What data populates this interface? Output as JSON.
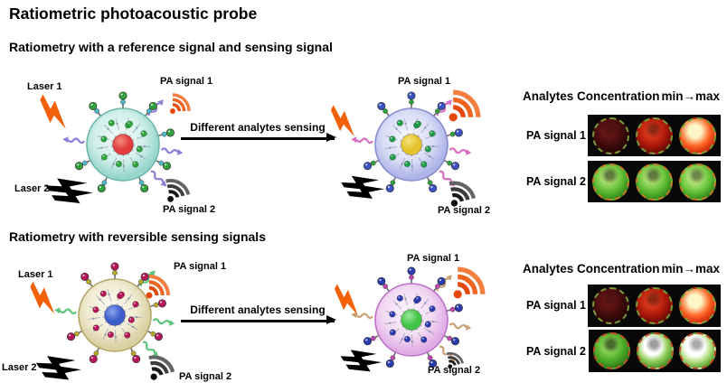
{
  "title": "Ratiometric photoacoustic probe",
  "colors": {
    "laser_orange": "#f26108",
    "laser_black": "#000000",
    "arrow_black": "#000000",
    "pa1_icon": {
      "dot": "#e4490b",
      "arcs": [
        "#e4490b",
        "#ee6420",
        "#f47d40"
      ]
    },
    "pa2_icon": {
      "dot": "#0d0d0d",
      "arcs": [
        "#1a1a1a",
        "#3d3d3d",
        "#646464"
      ]
    }
  },
  "sections": [
    {
      "heading": "Ratiometry with a reference signal and sensing signal",
      "laser1_label": "Laser 1",
      "laser2_label": "Laser 2",
      "pa1_label": "PA signal 1",
      "pa2_label": "PA signal 2",
      "arrow_label": "Different analytes sensing",
      "particle_before": {
        "shell_center": "#f2fcfa",
        "shell_body": "#cfefe9",
        "shell_rim": "#93d4c9",
        "shell_stroke": "#6db9ad",
        "core": "#e23c3c",
        "core_hi": "#f58a7a",
        "dots": "#2fa63b",
        "pin_ball": "#2fa03c",
        "pin_collar": "#4fb7c9",
        "squiggle": "#8b80d8"
      },
      "particle_after": {
        "shell_center": "#f6f7fe",
        "shell_body": "#d8dcf6",
        "shell_rim": "#abb1e7",
        "shell_stroke": "#868dd0",
        "core": "#e5c22b",
        "core_hi": "#f7e27e",
        "dots": "#1f9e4a",
        "pin_ball": "#3a52c2",
        "pin_collar": "#2fa03c",
        "squiggle": "#d86ec0"
      },
      "panel": {
        "heading": "Analytes Concentration",
        "range_label": "min→max",
        "rows": [
          {
            "label": "PA signal 1",
            "circles": [
              {
                "center": "#6a1616",
                "body": "#3c0a0a",
                "rim": "#220404",
                "spot": 0.25,
                "ring": "#7d9c38"
              },
              {
                "center": "#e03a1c",
                "body": "#a81608",
                "rim": "#5a0b04",
                "spot": 0.4,
                "ring": "#7d9c38"
              },
              {
                "center": "#fff6c8",
                "body": "#ff6224",
                "rim": "#c42008",
                "spot": 0,
                "center_size": 22,
                "ring": "#7d9c38"
              }
            ]
          },
          {
            "label": "PA signal 2",
            "circles": [
              {
                "center": "#b4e374",
                "body": "#58ba31",
                "rim": "#2e7c18",
                "spot": 0.5,
                "ring": "#c5802a"
              },
              {
                "center": "#b4e374",
                "body": "#58ba31",
                "rim": "#2e7c18",
                "spot": 0.5,
                "ring": "#c5802a"
              },
              {
                "center": "#bfe980",
                "body": "#61c136",
                "rim": "#2e7c18",
                "spot": 0.45,
                "ring": "#c5802a"
              }
            ]
          }
        ]
      }
    },
    {
      "heading": "Ratiometry with reversible sensing signals",
      "laser1_label": "Laser 1",
      "laser2_label": "Laser 2",
      "pa1_label": "PA signal 1",
      "pa2_label": "PA signal 2",
      "arrow_label": "Different analytes sensing",
      "particle_before": {
        "shell_center": "#fcfaf0",
        "shell_body": "#f0ead0",
        "shell_rim": "#d8cd9d",
        "shell_stroke": "#b5a76b",
        "core": "#3c5ccc",
        "core_hi": "#8ba4ea",
        "dots": "#b5175a",
        "pin_ball": "#b5175a",
        "pin_collar": "#b9a92b",
        "squiggle": "#5cc479"
      },
      "particle_after": {
        "shell_center": "#fdf4fd",
        "shell_body": "#f2d8f2",
        "shell_rim": "#dfa8e4",
        "shell_stroke": "#bb71c8",
        "core": "#43c447",
        "core_hi": "#9ae79b",
        "dots": "#2a3cb0",
        "pin_ball": "#2a3cb0",
        "pin_collar": "#c246b2",
        "squiggle": "#c9a277"
      },
      "panel": {
        "heading": "Analytes Concentration",
        "range_label": "min→max",
        "rows": [
          {
            "label": "PA signal 1",
            "circles": [
              {
                "center": "#6a1616",
                "body": "#3c0a0a",
                "rim": "#220404",
                "spot": 0.25,
                "ring": "#7d9c38"
              },
              {
                "center": "#e03a1c",
                "body": "#a81608",
                "rim": "#5a0b04",
                "spot": 0.4,
                "ring": "#7d9c38"
              },
              {
                "center": "#fff6c8",
                "body": "#ff6224",
                "rim": "#c42008",
                "spot": 0,
                "center_size": 22,
                "ring": "#7d9c38"
              }
            ]
          },
          {
            "label": "PA signal 2",
            "circles": [
              {
                "center": "#90d75a",
                "body": "#4aa928",
                "rim": "#2a6f15",
                "spot": 0.55,
                "ring": "#c4512a"
              },
              {
                "center": "#ffffff",
                "body": "#94ce5c",
                "rim": "#3a8b20",
                "spot": 0.4,
                "center_size": 30,
                "ring": "#c4512a"
              },
              {
                "center": "#ffffff",
                "body": "#bde38e",
                "rim": "#4a9920",
                "spot": 0.35,
                "center_size": 34,
                "ring": "#c4512a"
              }
            ]
          }
        ]
      }
    }
  ]
}
